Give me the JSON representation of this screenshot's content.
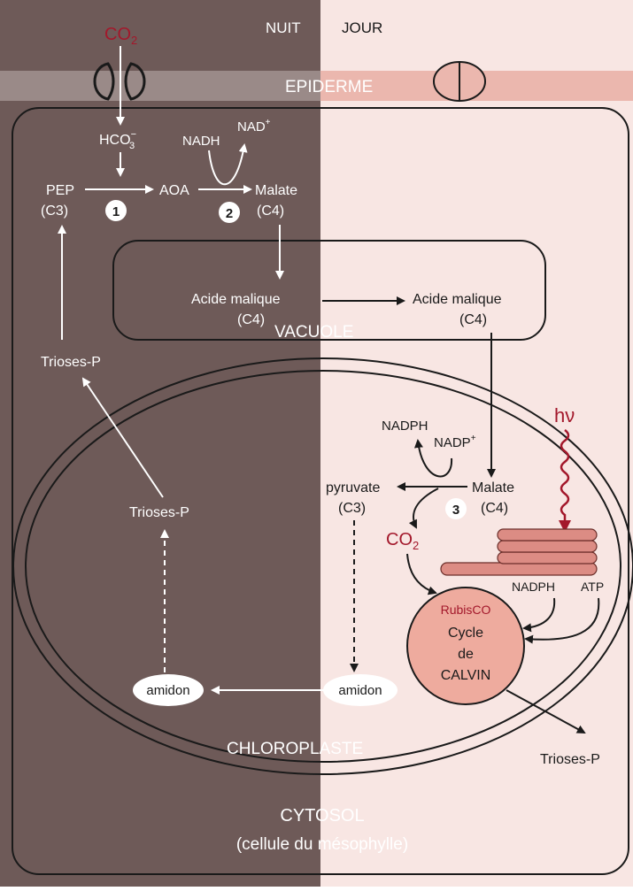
{
  "headers": {
    "night": "NUIT",
    "day": "JOUR"
  },
  "membranes": {
    "epidermis": "EPIDERME",
    "vacuole": "VACUOLE",
    "chloroplast": "CHLOROPLASTE",
    "cytosol": "CYTOSOL",
    "cell": "(cellule du mésophylle)"
  },
  "night_side": {
    "co2": "CO",
    "co2_sub": "2",
    "hco3": "HCO",
    "hco3_sub": "3",
    "hco3_sup": "−",
    "pep": "PEP",
    "pep_type": "(C3)",
    "aoa": "AOA",
    "nadh": "NADH",
    "nad": "NAD",
    "nad_sup": "+",
    "malate": "Malate",
    "malate_type": "(C4)",
    "malic_acid": "Acide malique",
    "malic_acid_type": "(C4)",
    "trioses_top": "Trioses-P",
    "trioses_mid": "Trioses-P",
    "starch": "amidon"
  },
  "day_side": {
    "malic_acid": "Acide malique",
    "malic_acid_type": "(C4)",
    "nadph": "NADPH",
    "nadp": "NADP",
    "nadp_sup": "+",
    "malate": "Malate",
    "malate_type": "(C4)",
    "pyruvate": "pyruvate",
    "pyruvate_type": "(C3)",
    "co2": "CO",
    "co2_sub": "2",
    "light": "hν",
    "nadph_thylakoid": "NADPH",
    "atp": "ATP",
    "rubisco": "RubisCO",
    "cycle_l1": "Cycle",
    "cycle_l2": "de",
    "cycle_l3": "CALVIN",
    "starch": "amidon",
    "trioses_out": "Trioses-P"
  },
  "steps": [
    "1",
    "2",
    "3"
  ],
  "colors": {
    "night_bg": "#6e5a58",
    "day_bg": "#f8e6e3",
    "epidermis_band": "#ebb7ae",
    "co2_red": "#a3182b",
    "thylakoid": "#dc8c84",
    "calvin": "#eeab9e"
  }
}
